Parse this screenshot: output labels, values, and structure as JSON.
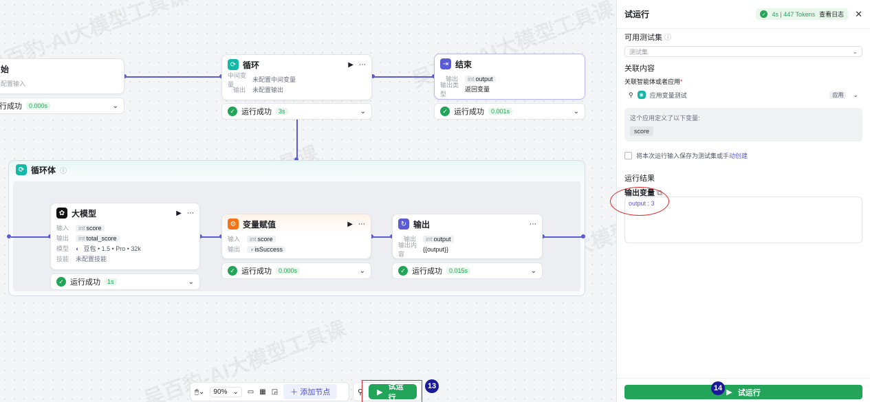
{
  "canvas": {
    "start_node": {
      "title": "始",
      "input": "配置输入",
      "status": "行成功",
      "duration": "0.000s"
    },
    "loop_node": {
      "title": "循环",
      "var_key": "中间变量",
      "var_val": "未配置中间变量",
      "out_key": "输出",
      "out_val": "未配置输出",
      "status": "运行成功",
      "duration": "3s"
    },
    "end_node": {
      "title": "结束",
      "out_key": "输出",
      "out_type": "int",
      "out_name": "output",
      "out_mode_key": "输出类型",
      "out_mode": "返回变量",
      "status": "运行成功",
      "duration": "0.001s"
    },
    "loop_body": {
      "title": "循环体"
    },
    "llm_node": {
      "title": "大模型",
      "in_key": "输入",
      "in_type": "int",
      "in_name": "score",
      "out_key": "输出",
      "out_type": "int",
      "out_name": "total_score",
      "model_key": "模型",
      "model": "豆包 • 1.5 • Pro • 32k",
      "skill_key": "技能",
      "skill": "未配置技能",
      "status": "运行成功",
      "duration": "1s"
    },
    "assign_node": {
      "title": "变量赋值",
      "in_key": "输入",
      "in_type": "int",
      "in_name": "score",
      "out_key": "输出",
      "out_name": "isSuccess",
      "status": "运行成功",
      "duration": "0.000s"
    },
    "output_node": {
      "title": "输出",
      "out_key": "输出",
      "out_type": "int",
      "out_name": "output",
      "content_key": "输出内容",
      "content": "{{output}}",
      "status": "运行成功",
      "duration": "0.015s"
    },
    "toolbar": {
      "zoom": "90%",
      "add_node": "添加节点",
      "run": "试运行"
    },
    "badges": {
      "left": "13",
      "right": "14"
    },
    "watermark": "吴百豹-AI大模型工具课"
  },
  "panel": {
    "title": "试运行",
    "stats": "4s | 447 Tokens",
    "view_log": "查看日志",
    "testset_label": "可用测试集",
    "testset_placeholder": "测试集",
    "related_label": "关联内容",
    "related_app_label": "关联智能体或者应用",
    "app_name": "应用变量测试",
    "app_tag": "应用",
    "vars_hint": "这个应用定义了以下变量:",
    "var_chip": "score",
    "save_hint": "将本次运行输入保存为测试集或",
    "manual_create": "手动创建",
    "result_label": "运行结果",
    "output_var_label": "输出变量",
    "output_value": "output : 3",
    "run_button": "试运行"
  },
  "colors": {
    "accent": "#5b5bd6",
    "success": "#22a559",
    "highlight": "#e0252b"
  }
}
